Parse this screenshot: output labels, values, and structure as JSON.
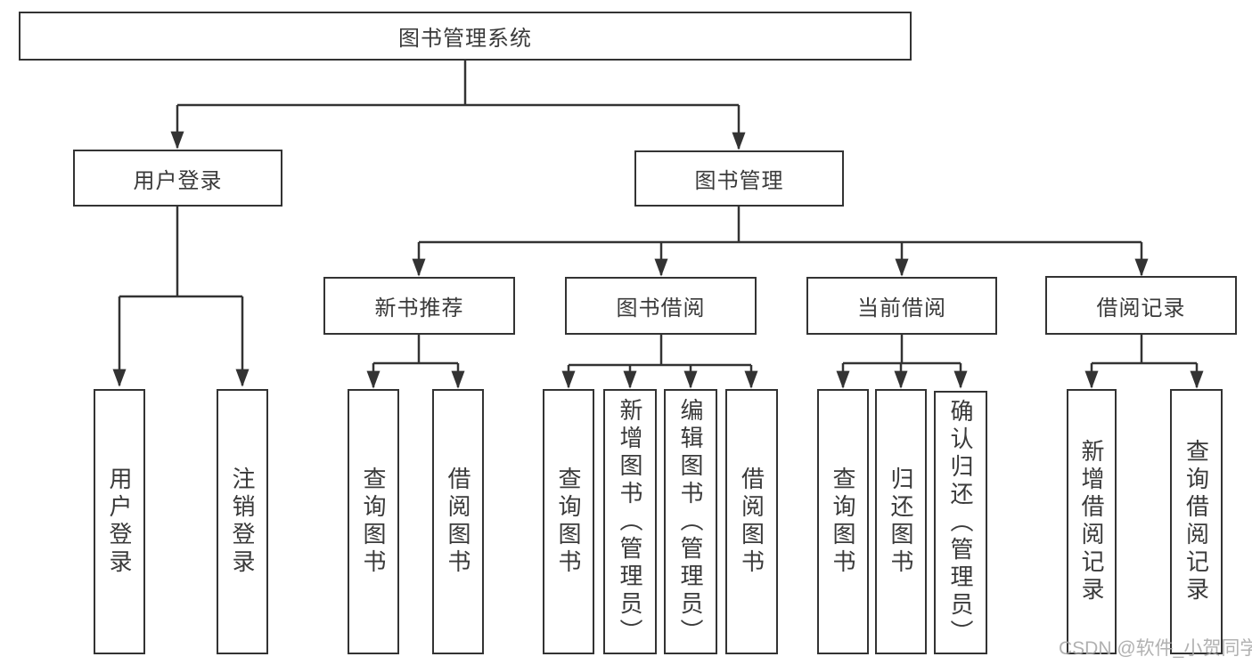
{
  "diagram": {
    "type": "hierarchy-diagram",
    "colors": {
      "line": "#333333",
      "box_border": "#333333",
      "box_fill": "#ffffff",
      "text": "#3a3a3a",
      "background": "#ffffff",
      "watermark": "#a8a8a8"
    }
  },
  "tree": {
    "label": "图书管理系统",
    "children": [
      {
        "label": "用户登录",
        "children": [
          {
            "label": "用户登录"
          },
          {
            "label": "注销登录"
          }
        ]
      },
      {
        "label": "图书管理",
        "children": [
          {
            "label": "新书推荐",
            "children": [
              {
                "label": "查询图书"
              },
              {
                "label": "借阅图书"
              }
            ]
          },
          {
            "label": "图书借阅",
            "children": [
              {
                "label": "查询图书"
              },
              {
                "label": "新增图书（管理员）"
              },
              {
                "label": "编辑图书（管理员）"
              },
              {
                "label": "借阅图书"
              }
            ]
          },
          {
            "label": "当前借阅",
            "children": [
              {
                "label": "查询图书"
              },
              {
                "label": "归还图书"
              },
              {
                "label": "确认归还（管理员）"
              }
            ]
          },
          {
            "label": "借阅记录",
            "children": [
              {
                "label": "新增借阅记录"
              },
              {
                "label": "查询借阅记录"
              }
            ]
          }
        ]
      }
    ]
  },
  "watermark": {
    "text": "CSDN @软件_小贺同学"
  }
}
